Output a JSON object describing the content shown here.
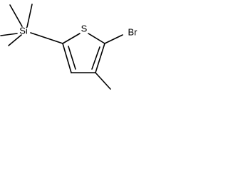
{
  "molecule": {
    "atoms": {
      "sulfur": "S",
      "bromine": "Br",
      "silicon": "Si"
    }
  }
}
